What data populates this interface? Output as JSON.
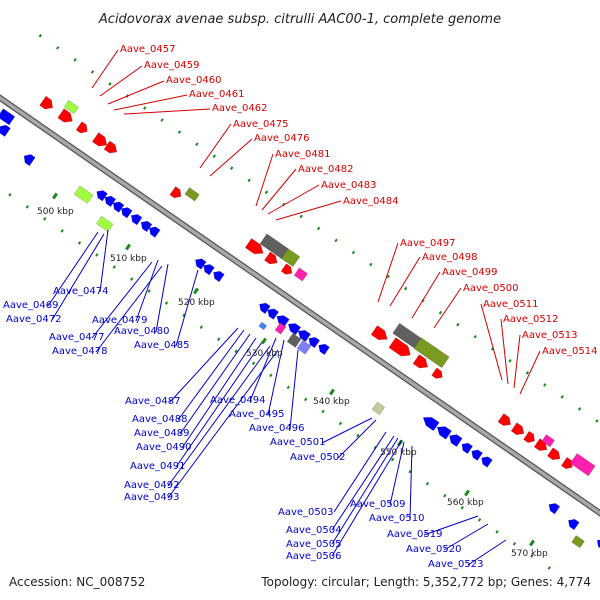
{
  "title": "Acidovorax avenae subsp. citrulli AAC00-1, complete genome",
  "accession_text": "Accession: NC_008752",
  "topology_text": "Topology: circular; Length: 5,352,772 bp; Genes: 4,774",
  "colors": {
    "backbone": "#8c8c8c",
    "forward_label": "#d00000",
    "reverse_label": "#0000c8",
    "forward_gene": "#ff0000",
    "reverse_gene": "#0000ff",
    "tick": "#1a8a1a",
    "pseudo_gene": "#606060",
    "rrna_green": "#7a9a20",
    "trna_pink": "#ff20b0",
    "lime": "#a0ff40"
  },
  "scale": {
    "unit": "kbp",
    "labels": [
      {
        "text": "500 kbp"
      },
      {
        "text": "510 kbp"
      },
      {
        "text": "520 kbp"
      },
      {
        "text": "530 kbp"
      },
      {
        "text": "540 kbp"
      },
      {
        "text": "550 kbp"
      },
      {
        "text": "560 kbp"
      },
      {
        "text": "570 kbp"
      }
    ]
  },
  "forward_labels": [
    "Aave_0457",
    "Aave_0459",
    "Aave_0460",
    "Aave_0461",
    "Aave_0462",
    "Aave_0475",
    "Aave_0476",
    "Aave_0481",
    "Aave_0482",
    "Aave_0483",
    "Aave_0484",
    "Aave_0497",
    "Aave_0498",
    "Aave_0499",
    "Aave_0500",
    "Aave_0511",
    "Aave_0512",
    "Aave_0513",
    "Aave_0514"
  ],
  "reverse_labels": [
    "Aave_0474",
    "Aave_0469",
    "Aave_0472",
    "Aave_0479",
    "Aave_0477",
    "Aave_0480",
    "Aave_0478",
    "Aave_0485",
    "Aave_0487",
    "Aave_0494",
    "Aave_0488",
    "Aave_0495",
    "Aave_0489",
    "Aave_0496",
    "Aave_0490",
    "Aave_0501",
    "Aave_0502",
    "Aave_0491",
    "Aave_0492",
    "Aave_0493",
    "Aave_0503",
    "Aave_0509",
    "Aave_0510",
    "Aave_0504",
    "Aave_0505",
    "Aave_0506",
    "Aave_0519",
    "Aave_0520",
    "Aave_0523"
  ]
}
